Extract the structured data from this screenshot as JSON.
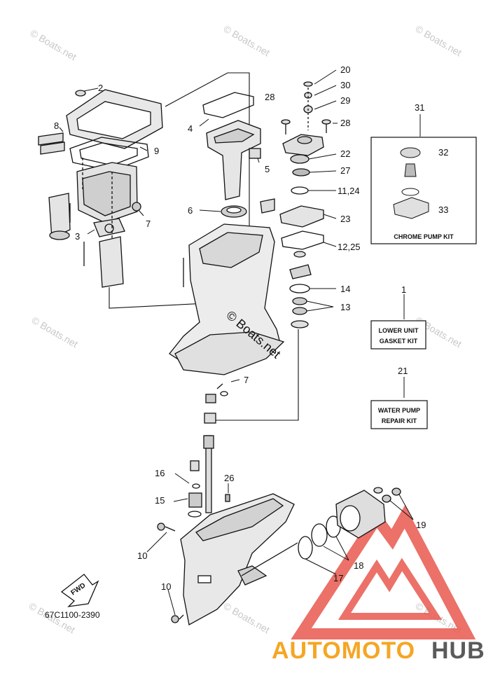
{
  "watermark": "© Boats.net",
  "center_watermark": "© Boats.net",
  "diagram_code": "67C1100-2390",
  "fwd_label": "FWD",
  "kits": {
    "chrome_pump": "CHROME PUMP KIT",
    "lower_unit_line1": "LOWER UNIT",
    "lower_unit_line2": "GASKET KIT",
    "water_pump_line1": "WATER PUMP",
    "water_pump_line2": "REPAIR KIT"
  },
  "brand": {
    "part1": "AUTOMOTO",
    "part2": "HUB",
    "color1": "#f5a623",
    "color2": "#5a5a5a",
    "logo_color": "#e8584f"
  },
  "callouts": {
    "c1": "1",
    "c2": "2",
    "c3": "3",
    "c4": "4",
    "c5": "5",
    "c6": "6",
    "c7a": "7",
    "c7b": "7",
    "c8": "8",
    "c9": "9",
    "c10a": "10",
    "c10b": "10",
    "c11_24": "11,24",
    "c12_25": "12,25",
    "c13": "13",
    "c14": "14",
    "c15": "15",
    "c16": "16",
    "c17": "17",
    "c18": "18",
    "c19": "19",
    "c20": "20",
    "c21": "21",
    "c22": "22",
    "c23": "23",
    "c26": "26",
    "c27": "27",
    "c28a": "28",
    "c28b": "28",
    "c29": "29",
    "c30": "30",
    "c31": "31",
    "c32": "32",
    "c33": "33"
  }
}
